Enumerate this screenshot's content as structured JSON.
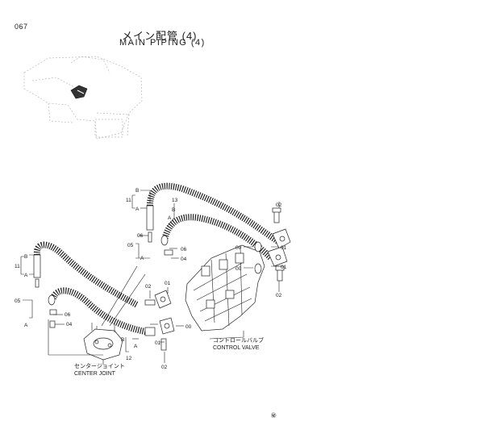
{
  "header": {
    "page_number": "067",
    "title_jp": "メイン配管 (4)",
    "title_en": "MAIN PIPING (4)"
  },
  "captions": {
    "control_valve_jp": "コントロールバルブ",
    "control_valve_en": "CONTROL VALVE",
    "center_joint_jp": "センタージョイント",
    "center_joint_en": "CENTER JOINT"
  },
  "callouts": {
    "c11_top": "11",
    "b_top": "B",
    "a_top": "A",
    "c13": "13",
    "b_13": "B",
    "a_13": "A",
    "c06_a": "06",
    "c05_a": "05",
    "a_05a": "A",
    "c06_b": "06",
    "c04_a": "04",
    "c02_tr": "02",
    "c00_a": "00",
    "c01_a": "01",
    "c00_b": "00",
    "c01_b": "01",
    "c02_r": "02",
    "c11_left": "11",
    "b_left": "B",
    "a_left": "A",
    "c05_b": "05",
    "c06_c": "06",
    "a_05b": "A",
    "c04_b": "04",
    "c02_m": "02",
    "c01_m": "01",
    "c00_m": "00",
    "c01_m2": "01",
    "b_12": "B",
    "a_12": "A",
    "c12": "12",
    "c02_bottom": "02",
    "footer_mark": "㊙"
  }
}
